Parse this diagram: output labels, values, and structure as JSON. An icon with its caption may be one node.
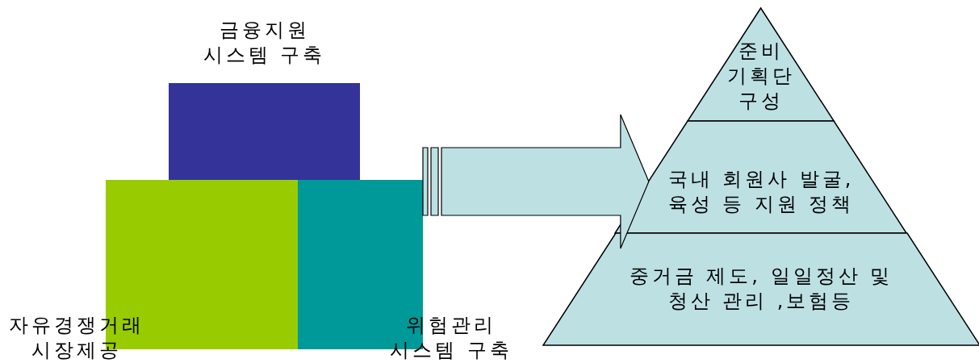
{
  "diagram": {
    "nodes": [
      {
        "text": [
          "금융지원 시스템 구축"
        ]
      },
      {
        "text": [
          "자유경쟁거래 시장제공"
        ]
      },
      {
        "text": [
          "위험관리 시스템 구축"
        ]
      },
      {
        "text": [
          "준비 기획단 구성"
        ]
      },
      {
        "text": [
          "국내 회원사 발굴, 육성 등 지원 정책"
        ]
      },
      {
        "text": [
          "중거금 제도, 일일정산 및 청산 관리 ,보험등"
        ]
      }
    ],
    "edges": [
      {
        "from": 2,
        "to": 4,
        "arrow": "to"
      }
    ]
  }
}
